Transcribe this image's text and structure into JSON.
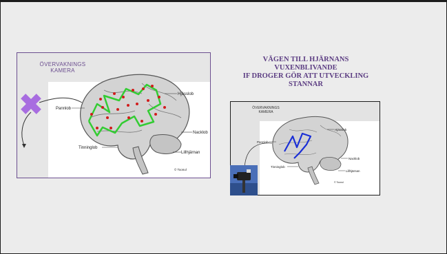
{
  "left": {
    "camera_label": [
      "ÖVERVAKNINGS",
      "KAMERA"
    ],
    "brain_labels": [
      "Pannlob",
      "Hjässlob",
      "Nacklob",
      "Tinninglob",
      "Lillhjärnan"
    ],
    "copyright": "© Toonul"
  },
  "title_lines": [
    "VÄGEN TILL HJÄRNANS",
    "VUXENBLIVANDE",
    "IF DROGER GÖR ATT UTVECKLING",
    "STANNAR"
  ],
  "right": {
    "camera_label": [
      "ÖVERVAKNINGS",
      "KAMERA"
    ],
    "brain_labels": [
      "Pannlob",
      "Hjässlob",
      "Nacklob",
      "Tinninglob",
      "Lillhjärnan"
    ],
    "copyright": "© Toonul"
  },
  "colors": {
    "frame": "#6b4e8f",
    "title": "#5b3c82",
    "cross": "#a86de0",
    "green_path": "#33cc33",
    "red_dots": "#d11c1c",
    "blue_path": "#1a2fd6"
  },
  "icons": [
    "cross-icon",
    "curved-arrow-icon",
    "camera-photo"
  ]
}
